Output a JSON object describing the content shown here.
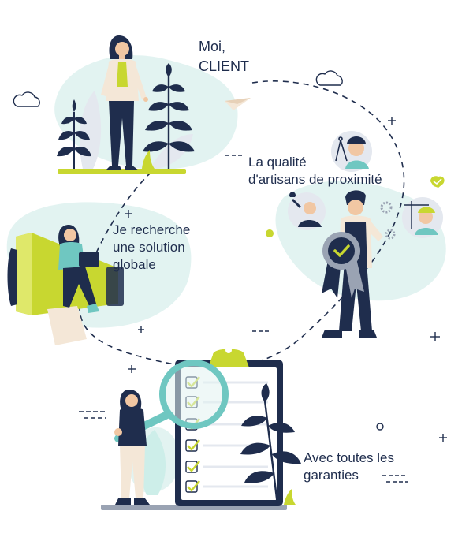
{
  "steps": {
    "client": {
      "line1": "Moi,",
      "line2": "CLIENT"
    },
    "artisans": {
      "line1": "La qualité",
      "line2": "d'artisans de proximité"
    },
    "solution": {
      "line1": "Je recherche",
      "line2": "une solution",
      "line3": "globale"
    },
    "garanties": {
      "line1": "Avec toutes les",
      "line2": "garanties"
    }
  },
  "colors": {
    "navy": "#1f2d4d",
    "lime": "#c8d730",
    "mint": "#e2f3f1",
    "teal": "#6fc7c1",
    "cream": "#f4e7d7",
    "gray": "#9aa3b3"
  },
  "icons": [
    "cloud-icon",
    "paper-plane-icon",
    "sparkle-icon",
    "checkmark-icon",
    "gear-icon",
    "magnifier-icon",
    "megaphone-icon",
    "clipboard-icon",
    "medal-icon"
  ]
}
